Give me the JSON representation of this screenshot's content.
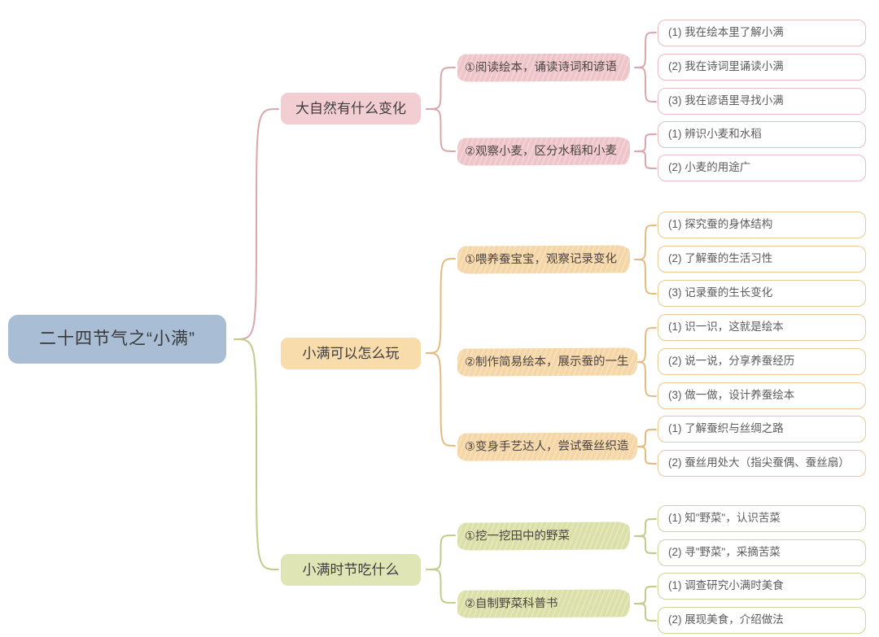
{
  "root": {
    "label": "二十四节气之“小满”"
  },
  "branches": [
    {
      "label": "大自然有什么变化",
      "children": [
        {
          "label": "①阅读绘本，诵读诗词和谚语",
          "leaves": [
            "(1) 我在绘本里了解小满",
            "(2) 我在诗词里诵读小满",
            "(3) 我在谚语里寻找小满"
          ]
        },
        {
          "label": "②观察小麦，区分水稻和小麦",
          "leaves": [
            "(1) 辨识小麦和水稻",
            "(2) 小麦的用途广"
          ]
        }
      ]
    },
    {
      "label": "小满可以怎么玩",
      "children": [
        {
          "label": "①喂养蚕宝宝，观察记录变化",
          "leaves": [
            "(1) 探究蚕的身体结构",
            "(2) 了解蚕的生活习性",
            "(3) 记录蚕的生长变化"
          ]
        },
        {
          "label": "②制作简易绘本，展示蚕的一生",
          "leaves": [
            "(1) 识一识，这就是绘本",
            "(2) 说一说，分享养蚕经历",
            "(3) 做一做，设计养蚕绘本"
          ]
        },
        {
          "label": "③变身手艺达人，尝试蚕丝织造",
          "leaves": [
            "(1) 了解蚕织与丝绸之路",
            "(2) 蚕丝用处大（指尖蚕偶、蚕丝扇）"
          ]
        }
      ]
    },
    {
      "label": "小满时节吃什么",
      "children": [
        {
          "label": "①挖一挖田中的野菜",
          "leaves": [
            "(1) 知\"野菜\"，认识苦菜",
            "(2) 寻\"野菜\"，采摘苦菜"
          ]
        },
        {
          "label": "②自制野菜科普书",
          "leaves": [
            "(1) 调查研究小满时美食",
            "(2) 展现美食，介绍做法"
          ]
        }
      ]
    }
  ],
  "colors": {
    "root_bg": "#a9bed5",
    "pink": {
      "box": "#f2ced3",
      "highlight": "#eec5c9",
      "leaf_border": "#e7bdc4",
      "brace": "#d9a6ad"
    },
    "orange": {
      "box": "#f9dcab",
      "highlight": "#f5d6a6",
      "leaf_border": "#e6cb94",
      "brace": "#e4ba80"
    },
    "olive": {
      "box": "#dfe5b4",
      "highlight": "#dbe0a8",
      "leaf_border": "#cdd59c",
      "brace": "#c2cb8a"
    }
  }
}
